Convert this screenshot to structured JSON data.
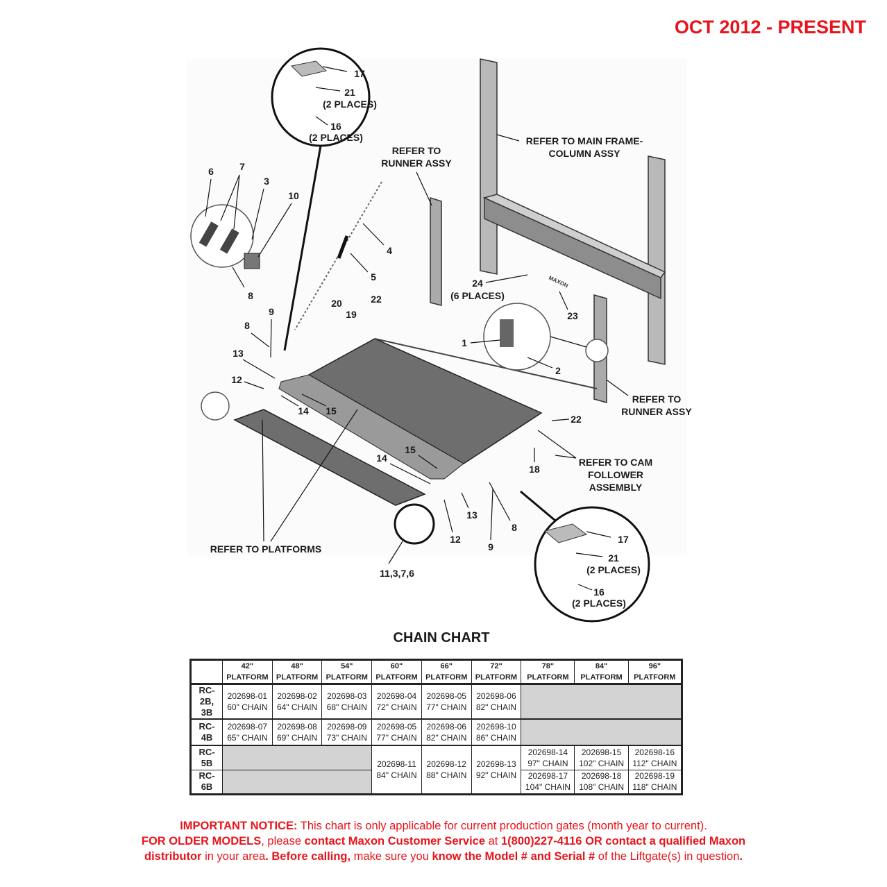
{
  "header": {
    "date_range": "OCT 2012 - PRESENT"
  },
  "diagram": {
    "callouts": {
      "top_17": "17",
      "top_21": "21",
      "top_21_places": "(2 PLACES)",
      "top_16": "16",
      "top_16_places": "(2 PLACES)",
      "runner_ref_1": "REFER TO",
      "runner_ref_1b": "RUNNER ASSY",
      "main_frame_1": "REFER TO MAIN FRAME-",
      "main_frame_2": "COLUMN ASSY",
      "c6": "6",
      "c7": "7",
      "c3": "3",
      "c10": "10",
      "c4": "4",
      "c5": "5",
      "c8a": "8",
      "c9a": "9",
      "c20": "20",
      "c19": "19",
      "c22a": "22",
      "c8b": "8",
      "c13a": "13",
      "c12a": "12",
      "c14a": "14",
      "c15a": "15",
      "c24": "24",
      "c24_places": "(6 PLACES)",
      "c23": "23",
      "c1": "1",
      "c2": "2",
      "runner_ref_2": "REFER TO",
      "runner_ref_2b": "RUNNER ASSY",
      "c22b": "22",
      "c15b": "15",
      "c14b": "14",
      "c18": "18",
      "cam_1": "REFER TO CAM",
      "cam_2": "FOLLOWER",
      "cam_3": "ASSEMBLY",
      "c13b": "13",
      "c8c": "8",
      "c12b": "12",
      "c9b": "9",
      "bot_17": "17",
      "bot_21": "21",
      "bot_21_places": "(2 PLACES)",
      "bot_16": "16",
      "bot_16_places": "(2 PLACES)",
      "platforms_ref": "REFER TO PLATFORMS",
      "c11376": "11,3,7,6",
      "logo": "MAXON"
    }
  },
  "chain_chart": {
    "title": "CHAIN CHART",
    "columns": [
      {
        "size": "42\"",
        "label": "PLATFORM"
      },
      {
        "size": "48\"",
        "label": "PLATFORM"
      },
      {
        "size": "54\"",
        "label": "PLATFORM"
      },
      {
        "size": "60\"",
        "label": "PLATFORM"
      },
      {
        "size": "66\"",
        "label": "PLATFORM"
      },
      {
        "size": "72\"",
        "label": "PLATFORM"
      },
      {
        "size": "78\"",
        "label": "PLATFORM"
      },
      {
        "size": "84\"",
        "label": "PLATFORM"
      },
      {
        "size": "96\"",
        "label": "PLATFORM"
      }
    ],
    "rows": {
      "rc2b": {
        "model_1": "RC-",
        "model_2": "2B,",
        "model_3": "3B",
        "cells": [
          {
            "part": "202698-01",
            "chain": "60\" CHAIN"
          },
          {
            "part": "202698-02",
            "chain": "64\" CHAIN"
          },
          {
            "part": "202698-03",
            "chain": "68\" CHAIN"
          },
          {
            "part": "202698-04",
            "chain": "72\" CHAIN"
          },
          {
            "part": "202698-05",
            "chain": "77\" CHAIN"
          },
          {
            "part": "202698-06",
            "chain": "82\" CHAIN"
          }
        ]
      },
      "rc4b": {
        "model_1": "RC-",
        "model_2": "4B",
        "cells": [
          {
            "part": "202698-07",
            "chain": "65\" CHAIN"
          },
          {
            "part": "202698-08",
            "chain": "69\" CHAIN"
          },
          {
            "part": "202698-09",
            "chain": "73\" CHAIN"
          },
          {
            "part": "202698-05",
            "chain": "77\" CHAIN"
          },
          {
            "part": "202698-06",
            "chain": "82\" CHAIN"
          },
          {
            "part": "202698-10",
            "chain": "86\" CHAIN"
          }
        ]
      },
      "rc5b": {
        "model_1": "RC-",
        "model_2": "5B",
        "shared": [
          {
            "part": "202698-11",
            "chain": "84\" CHAIN"
          },
          {
            "part": "202698-12",
            "chain": "88\" CHAIN"
          },
          {
            "part": "202698-13",
            "chain": "92\" CHAIN"
          }
        ],
        "cells": [
          {
            "part": "202698-14",
            "chain": "97\" CHAIN"
          },
          {
            "part": "202698-15",
            "chain": "102\" CHAIN"
          },
          {
            "part": "202698-16",
            "chain": "112\" CHAIN"
          }
        ]
      },
      "rc6b": {
        "model_1": "RC-",
        "model_2": "6B",
        "cells": [
          {
            "part": "202698-17",
            "chain": "104\" CHAIN"
          },
          {
            "part": "202698-18",
            "chain": "108\" CHAIN"
          },
          {
            "part": "202698-19",
            "chain": "118\" CHAIN"
          }
        ]
      }
    }
  },
  "notice": {
    "l1_bold": "IMPORTANT NOTICE:",
    "l1_text": " This chart is only applicable for current production gates (month year to current).",
    "l2_bold1": "FOR OLDER MODELS",
    "l2_text1": ", please ",
    "l2_bold2": "contact Maxon Customer Service",
    "l2_text2": " at ",
    "l2_bold3": "1(800)227-4116 OR contact a qualified Maxon",
    "l3_bold1": "distributor",
    "l3_text1": " in your area",
    "l3_bold2": ". Before calling,",
    "l3_text2": " make sure you ",
    "l3_bold3": "know the Model # and Serial #",
    "l3_text3": " of the Liftgate(s) in question",
    "l3_bold4": "."
  }
}
